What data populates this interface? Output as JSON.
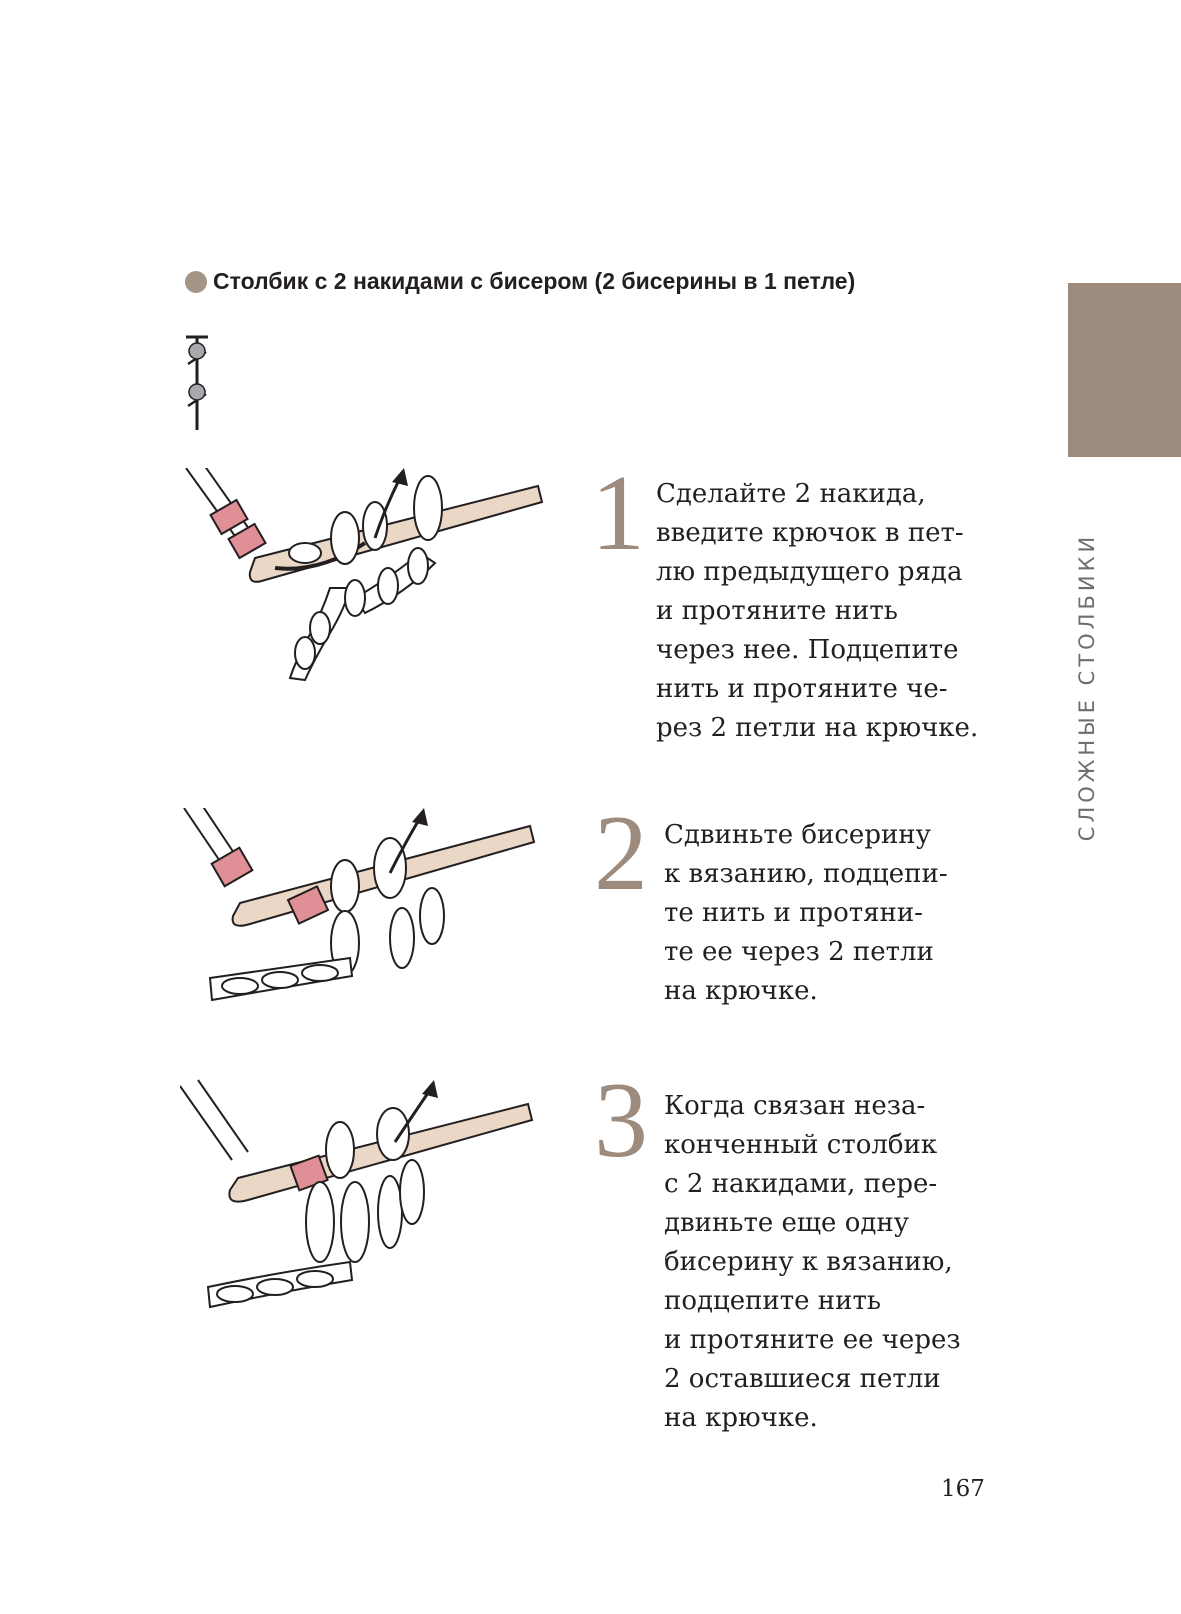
{
  "section_heading": "Столбик с 2 накидами с бисером (2 бисерины в 1 петле)",
  "side_label": "СЛОЖНЫЕ СТОЛБИКИ",
  "colors": {
    "accent": "#9d8b7d",
    "bead": "#e08f96",
    "hook": "#ead7c6",
    "text": "#231f20"
  },
  "steps": [
    {
      "number": "1",
      "text": "Сделайте 2 накида,\nвведите крючок в пет-\nлю предыдущего ряда\nи протяните нить\nчерез нее. Подцепите\nнить и протяните че-\nрез 2 петли на крючке."
    },
    {
      "number": "2",
      "text": "Сдвиньте бисерину\nк вязанию, подцепи-\nте нить и протяни-\nте ее через 2 петли\nна крючке."
    },
    {
      "number": "3",
      "text": "Когда связан неза-\nконченный столбик\nс 2 накидами, пере-\nдвиньте еще одну\nбисерину к вязанию,\nподцепите нить\nи протяните ее через\n2 оставшиеся петли\nна крючке."
    }
  ],
  "page_number": "167"
}
